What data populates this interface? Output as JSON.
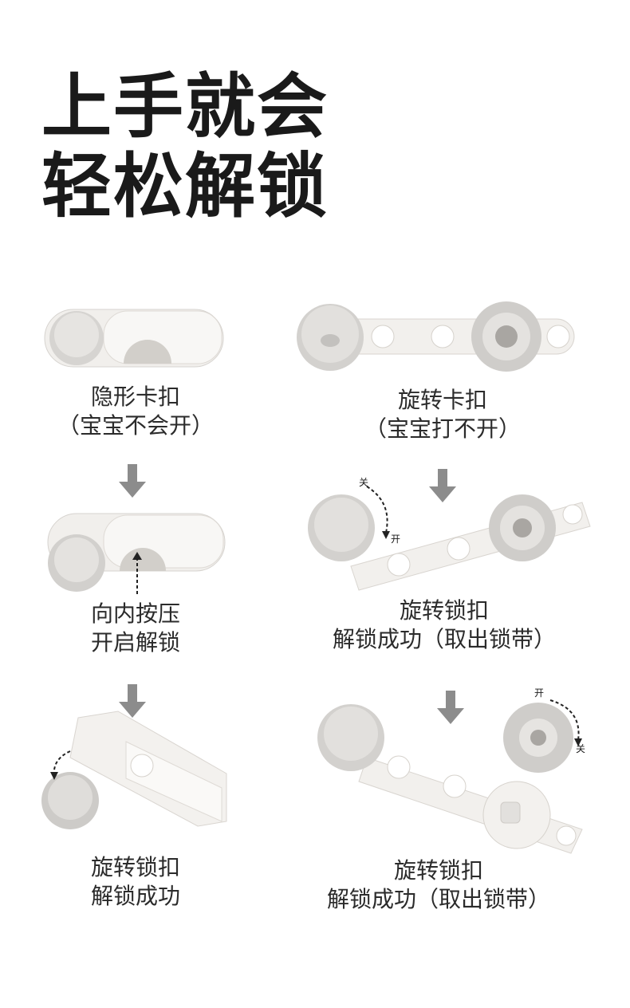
{
  "headline": {
    "line1": "上手就会",
    "line2": "轻松解锁"
  },
  "steps": {
    "left": [
      {
        "line1": "隐形卡扣",
        "line2": "（宝宝不会开）"
      },
      {
        "line1": "向内按压",
        "line2": "开启解锁"
      },
      {
        "line1": "旋转锁扣",
        "line2": "解锁成功"
      }
    ],
    "right": [
      {
        "line1": "旋转卡扣",
        "line2": "（宝宝打不开）"
      },
      {
        "line1": "旋转锁扣",
        "line2": "解锁成功（取出锁带）"
      },
      {
        "line1": "旋转锁扣",
        "line2": "解锁成功（取出锁带）"
      }
    ]
  },
  "rotation_labels": {
    "close": "关",
    "open": "开"
  },
  "colors": {
    "body": "#efedea",
    "knob": "#cfcdca",
    "arrow": "#8c8c8c",
    "text": "#1a1a1a"
  }
}
